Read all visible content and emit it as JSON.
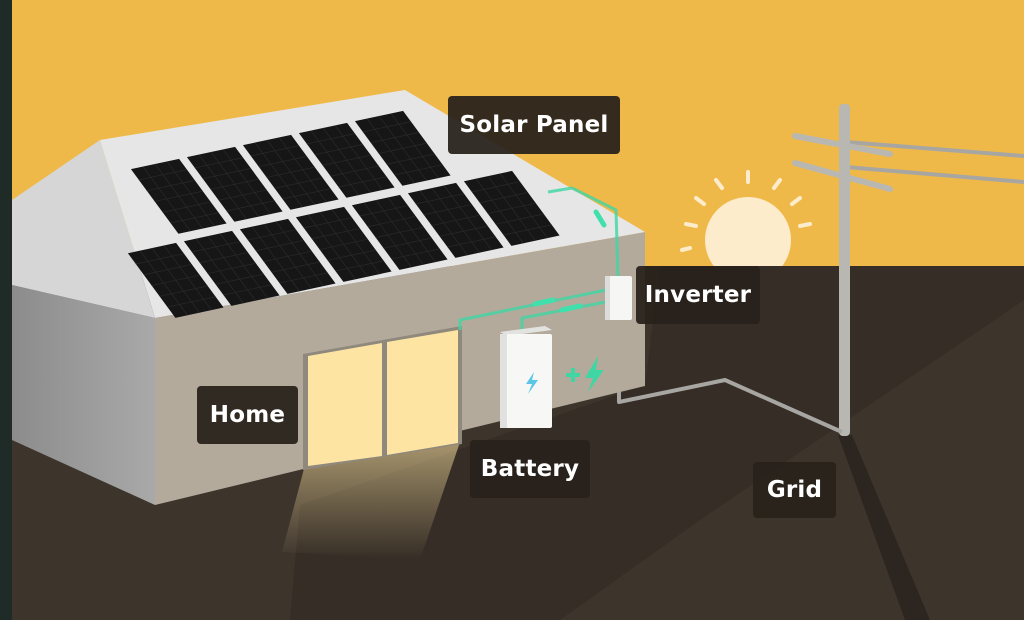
{
  "labels": {
    "solar_panel": "Solar Panel",
    "inverter": "Inverter",
    "home": "Home",
    "battery": "Battery",
    "grid": "Grid"
  },
  "colors": {
    "sky": "#efb94a",
    "ground": "#3d342c",
    "wire_active": "#3fd6a4",
    "wire_grid": "#a8a6a2",
    "door_light": "#fde4a2",
    "sun": "#fdeccb"
  }
}
